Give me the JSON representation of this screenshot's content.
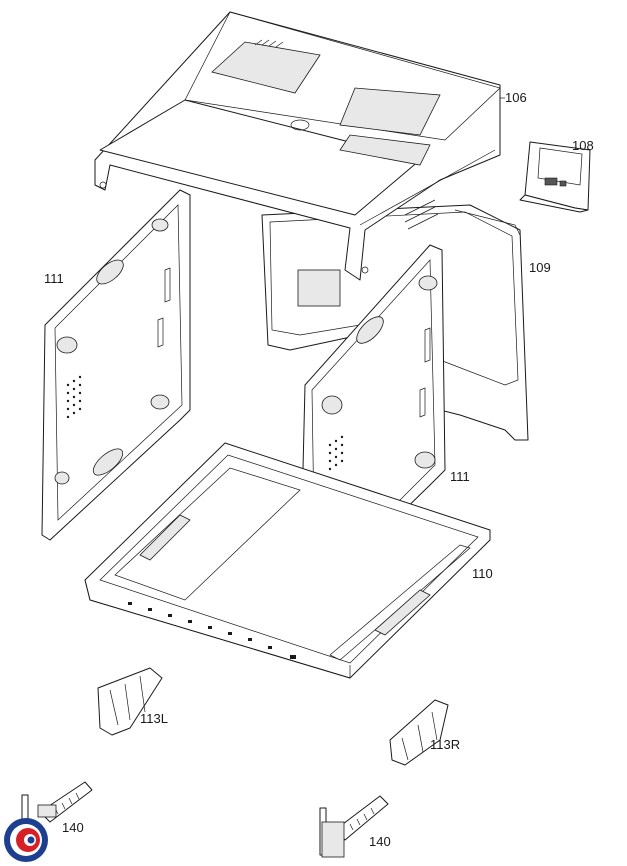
{
  "callouts": {
    "top_cover": "106",
    "control_box": "108",
    "back_panel": "109",
    "side_panel_left": "111",
    "side_panel_right": "111",
    "base_frame": "110",
    "bracket_left": "113L",
    "bracket_right": "113R",
    "hinge_left": "140",
    "hinge_right": "140"
  },
  "colors": {
    "logo_red": "#d71f26",
    "logo_blue": "#1d3f8f"
  }
}
